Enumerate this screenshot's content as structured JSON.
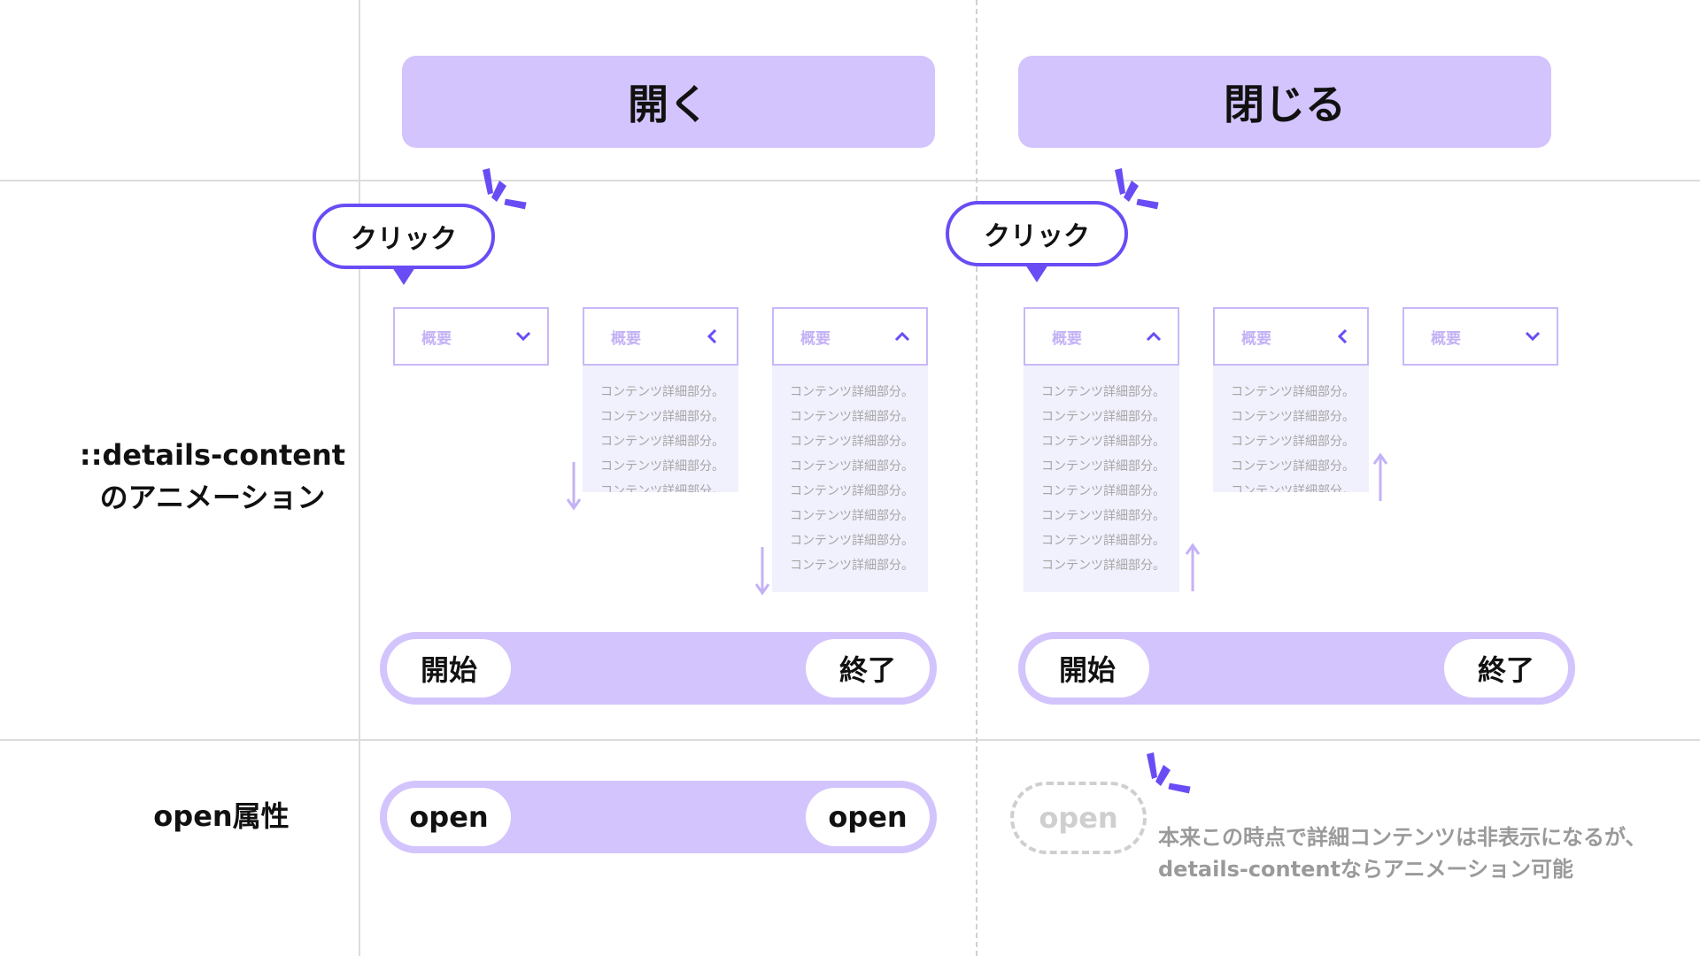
{
  "columns": {
    "open_header": "開く",
    "close_header": "閉じる"
  },
  "rows": {
    "animation_label_line1": "::details-content",
    "animation_label_line2": "のアニメーション",
    "open_attr_label": "open属性"
  },
  "click_label": "クリック",
  "summary_label": "概要",
  "content_line": "コンテンツ詳細部分。",
  "timeline": {
    "start": "開始",
    "end": "終了"
  },
  "open_attr": {
    "value": "open",
    "note_line1": "本来この時点で詳細コンテンツは非表示になるが、",
    "note_line2": "details-contentならアニメーション可能"
  },
  "colors": {
    "accent": "#6a4cf5",
    "lavender": "#d3c4fd",
    "content_bg": "#f1f0fd",
    "summary_border": "#c9b8f8",
    "arrow": "#c4b2f6"
  },
  "icons": [
    "chevron-down-icon",
    "chevron-left-icon",
    "chevron-up-icon",
    "arrow-down-icon",
    "arrow-up-icon",
    "sparkle-icon"
  ]
}
